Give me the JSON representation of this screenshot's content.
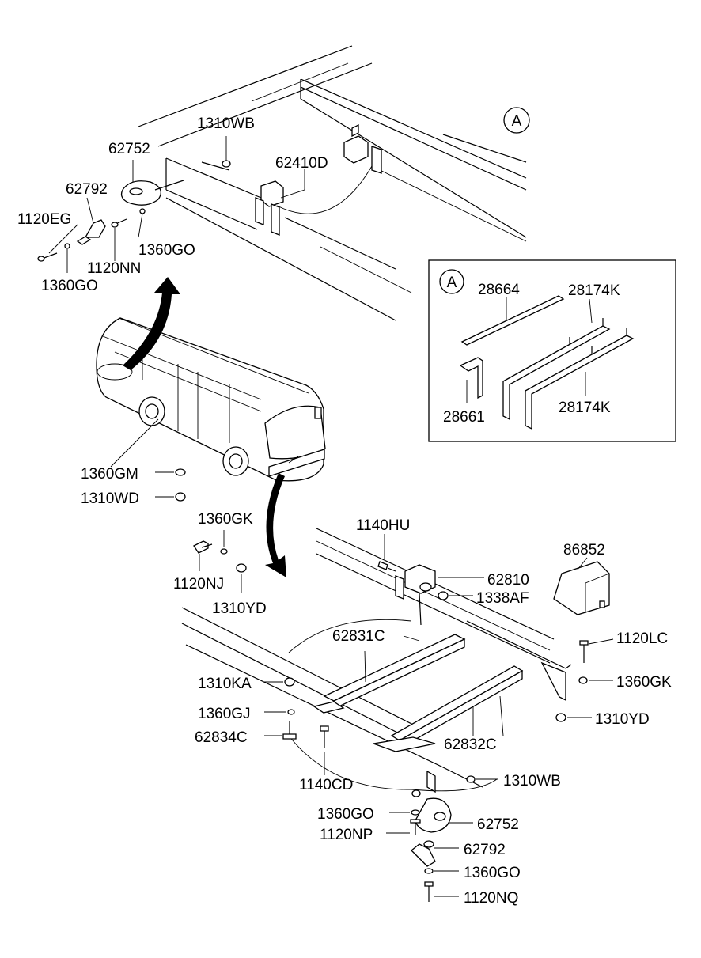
{
  "callout": {
    "letter": "A"
  },
  "labels": {
    "top": [
      "1310WB",
      "62752",
      "62410D",
      "62792",
      "1120EG",
      "1360GO",
      "1120NN",
      "1360GO"
    ],
    "inset": [
      "28664",
      "28174K",
      "28661",
      "28174K"
    ],
    "middle": [
      "1360GM",
      "1310WD",
      "1360GK",
      "1120NJ",
      "1310YD"
    ],
    "bottom": [
      "1140HU",
      "86852",
      "62810",
      "1338AF",
      "62831C",
      "1120LC",
      "1310KA",
      "1360GK",
      "1360GJ",
      "1310YD",
      "62834C",
      "62832C",
      "1140CD",
      "1310WB",
      "1360GO",
      "62752",
      "1120NP",
      "62792",
      "1360GO",
      "1120NQ"
    ]
  }
}
